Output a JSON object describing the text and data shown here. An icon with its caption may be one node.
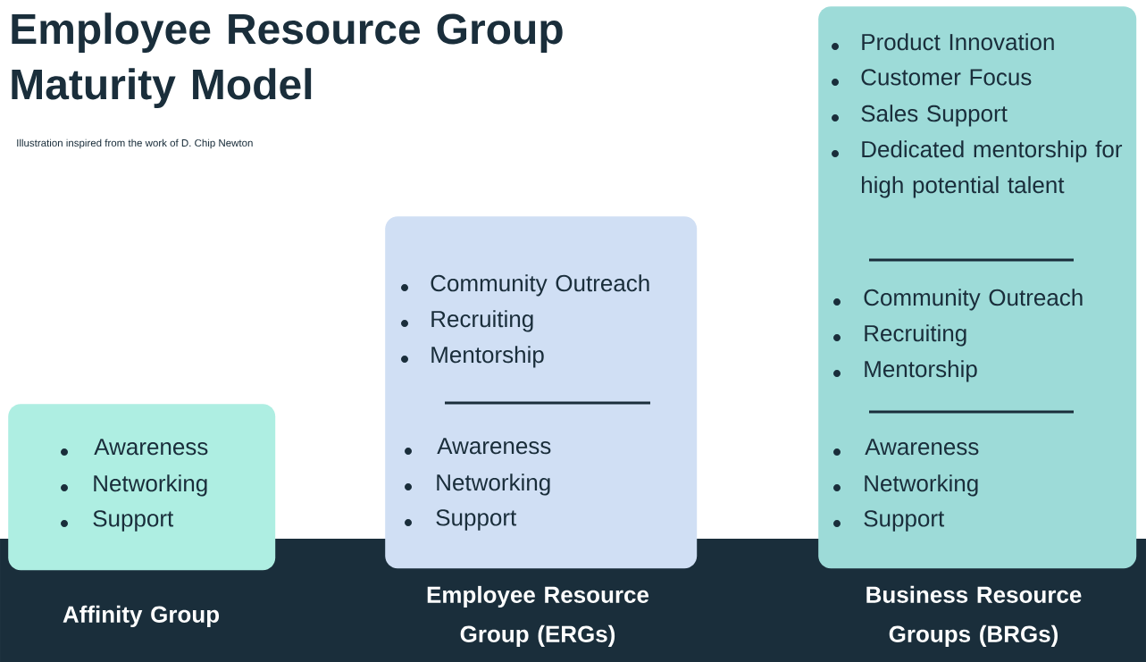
{
  "diagram": {
    "title": "Employee Resource Group Maturity Model",
    "caption": "Illustration inspired from the work of D. Chip Newton",
    "nodes": [
      {
        "text": [
          "Awareness",
          "Networking",
          "Support"
        ],
        "beside": [
          "Affinity Group"
        ]
      },
      {
        "text": [
          "Community Outreach",
          "Recruiting",
          "Mentorship",
          "Awareness",
          "Networking",
          "Support"
        ],
        "beside": [
          "Employee Resource Group (ERGs)"
        ]
      },
      {
        "text": [
          "Product Innovation",
          "Customer Focus",
          "Sales Support",
          "Dedicated mentorship for high potential talent",
          "Community Outreach",
          "Recruiting",
          "Mentorship",
          "Awareness",
          "Networking",
          "Support"
        ],
        "beside": [
          "Business Resource Groups (BRGs)"
        ]
      }
    ]
  }
}
